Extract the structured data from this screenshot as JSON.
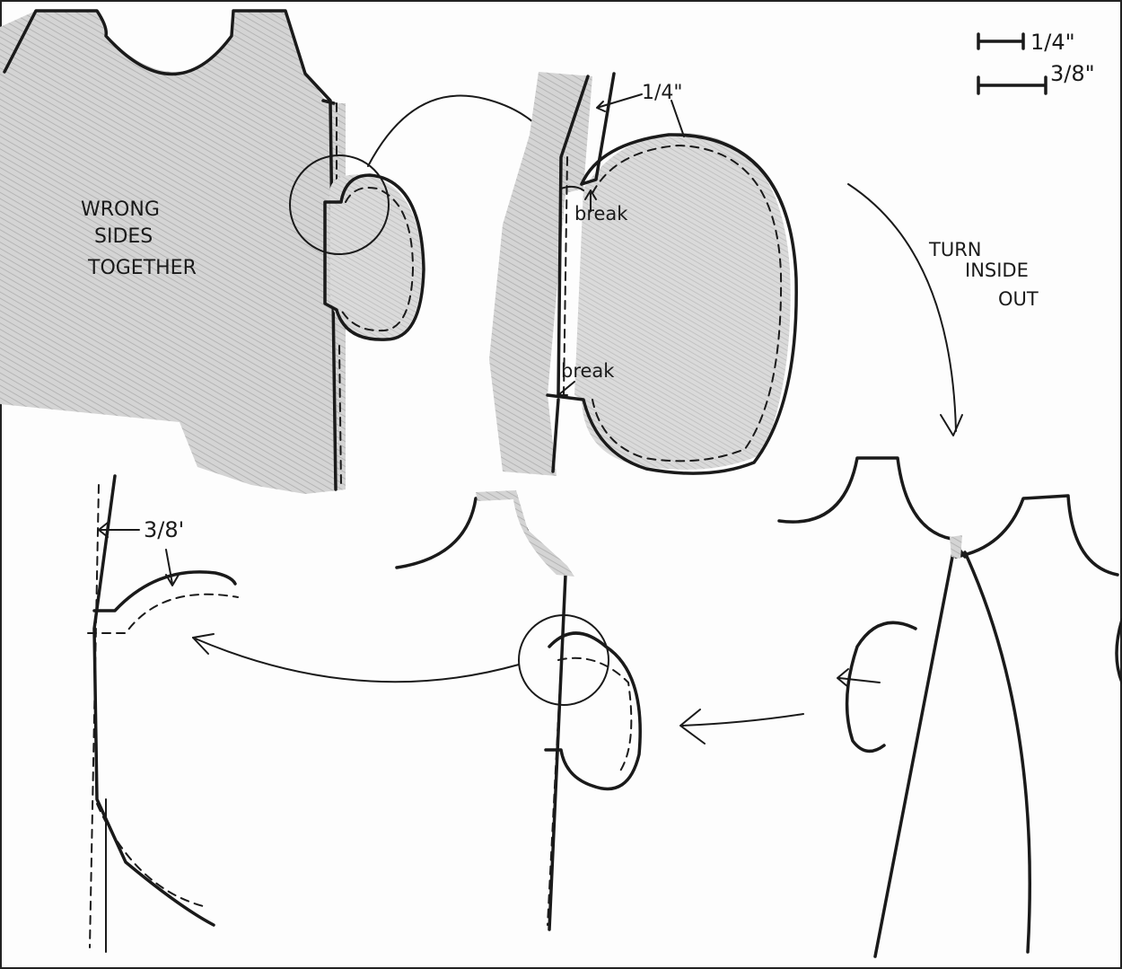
{
  "scale": {
    "quarter_label": "1/4\"",
    "three_eighths_label": "3/8\""
  },
  "labels": {
    "wrong_sides_line1": "WRONG",
    "wrong_sides_line2": "SIDES",
    "wrong_sides_line3": "TOGETHER",
    "quarter_inch": "1/4\"",
    "break_top": "break",
    "break_bottom": "break",
    "turn_line1": "TURN",
    "turn_line2": "INSIDE",
    "turn_line3": "OUT",
    "three_eighths": "3/8'"
  },
  "colors": {
    "ink": "#1a1a1a",
    "pencil_shade": "#c9c9c9",
    "paper": "#fdfdfd"
  }
}
